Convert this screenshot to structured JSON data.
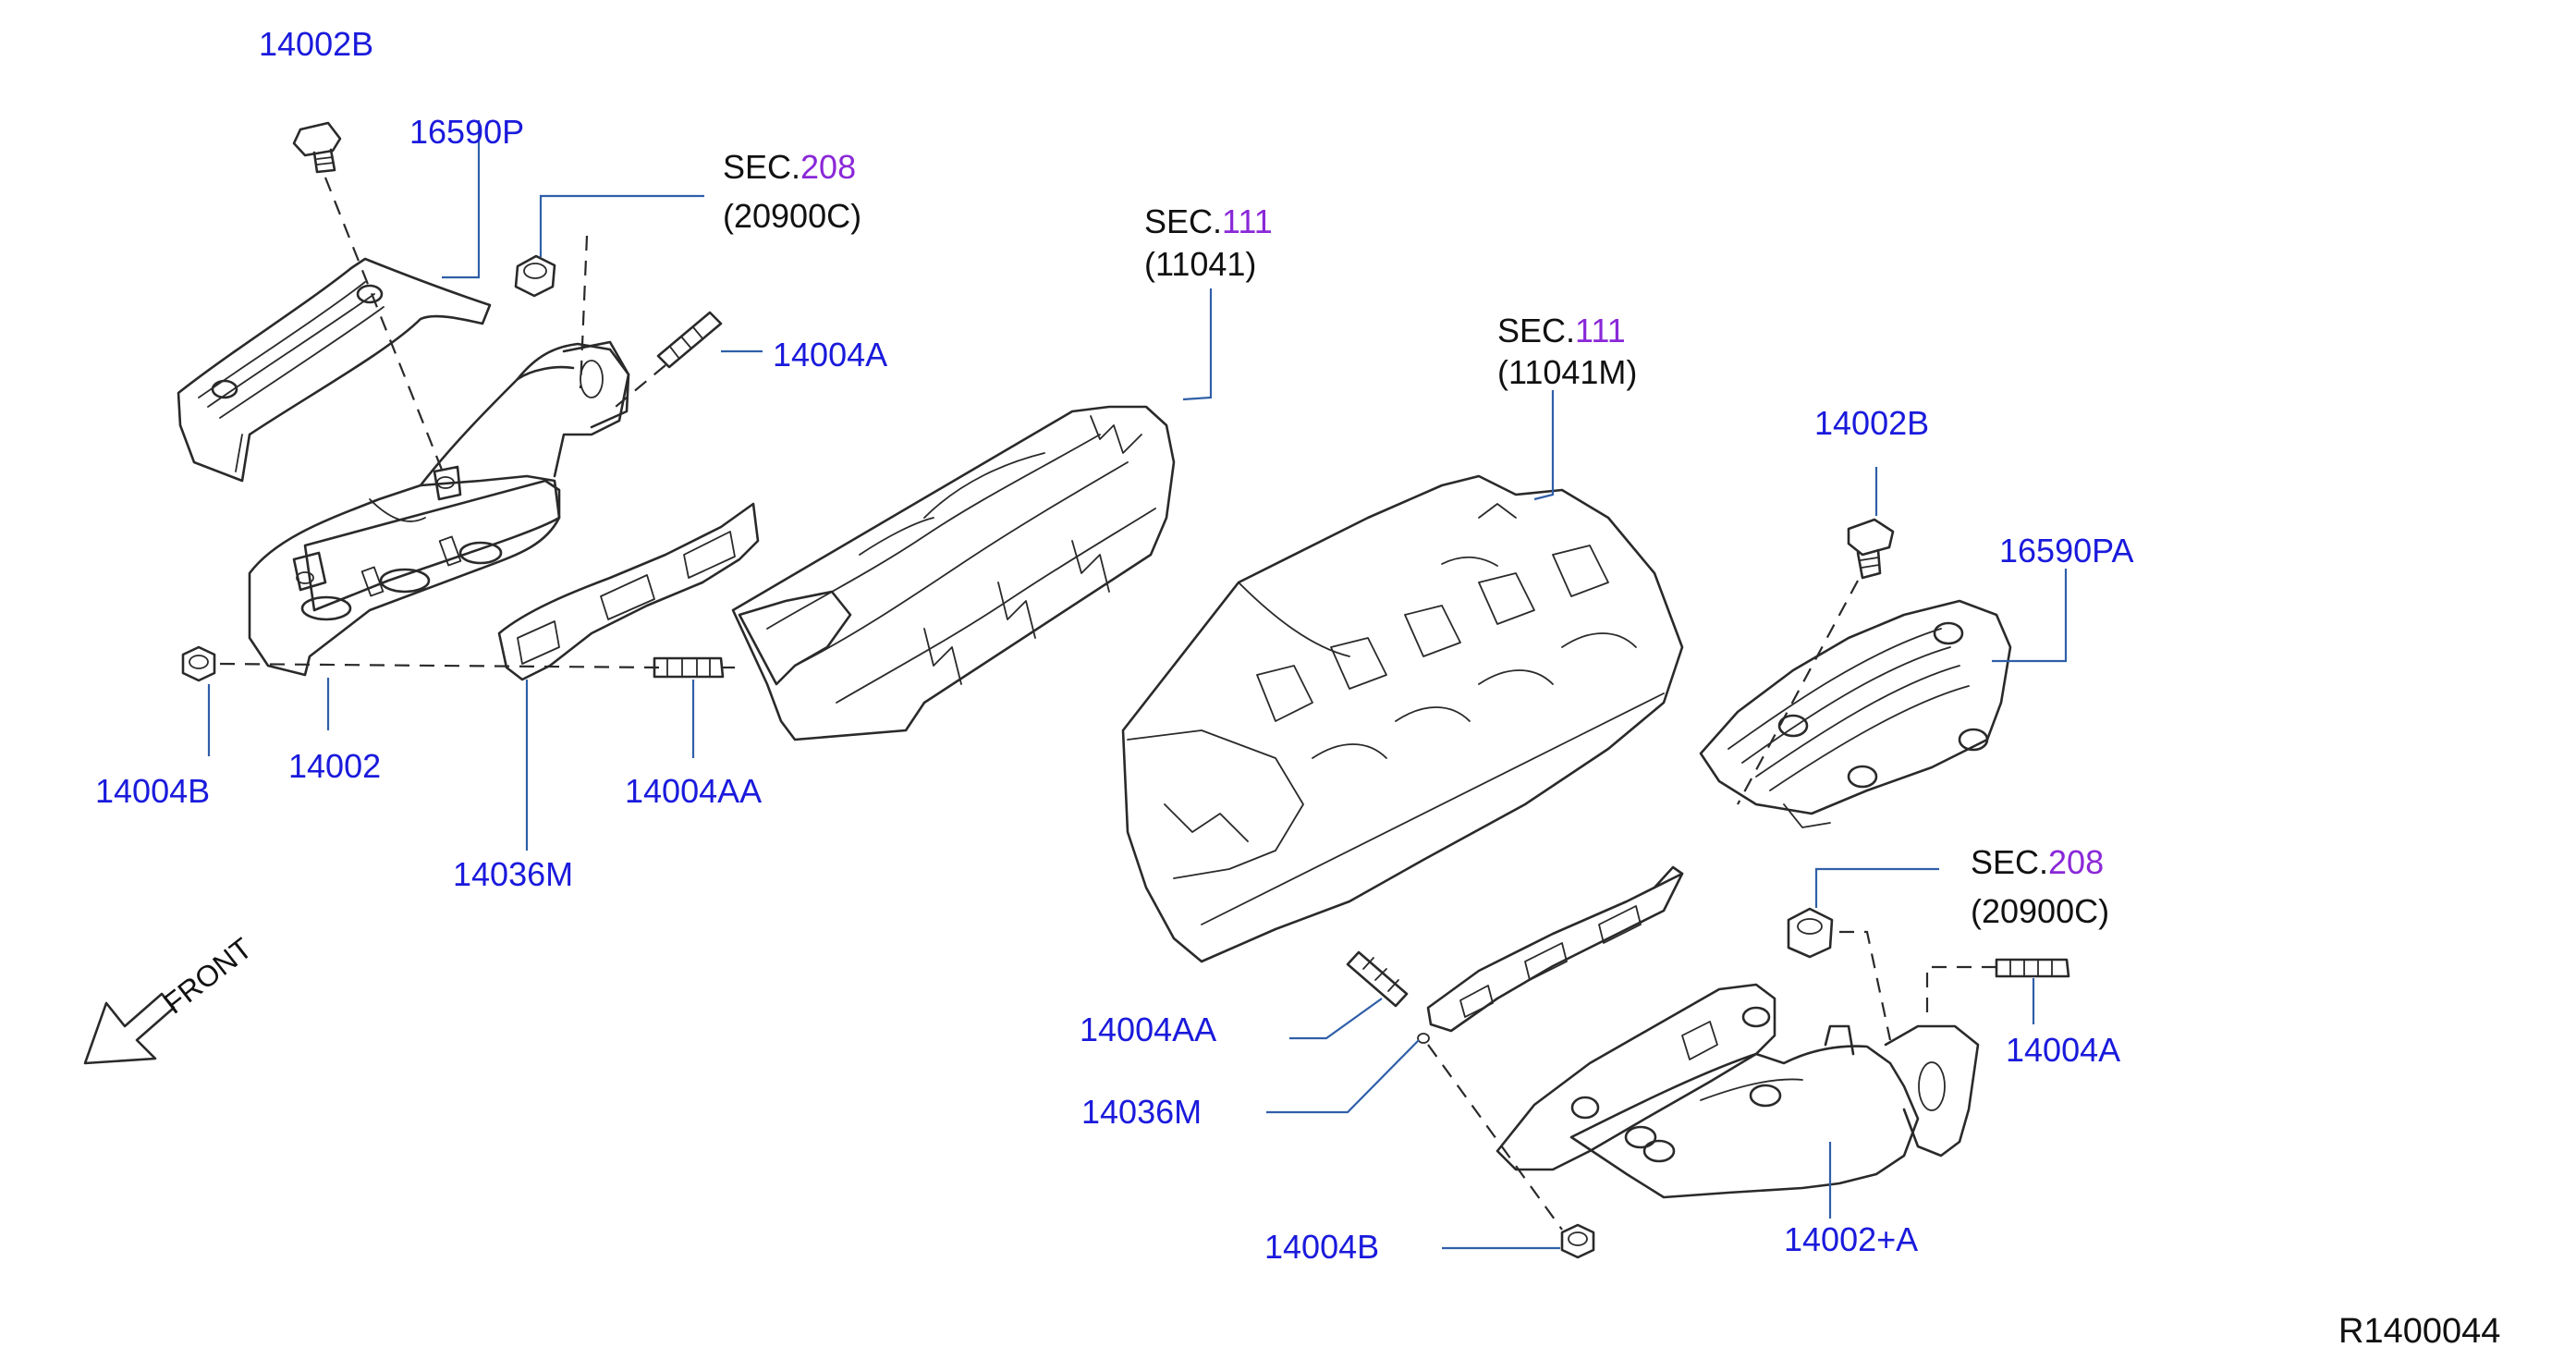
{
  "diagram_code": "R1400044",
  "front_label": "FRONT",
  "callouts": {
    "left_bolt_top": "14002B",
    "left_heat_insulator": "16590P",
    "left_sec_prefix": "SEC.",
    "left_sec_number": "208",
    "left_sec_part": "(20900C)",
    "left_stud_a": "14004A",
    "left_nut_b": "14004B",
    "left_manifold": "14002",
    "left_stud_aa": "14004AA",
    "left_gasket": "14036M",
    "head_left_sec_prefix": "SEC.",
    "head_left_sec_number": "111",
    "head_left_sec_part": "(11041)",
    "head_right_sec_prefix": "SEC.",
    "head_right_sec_number": "111",
    "head_right_sec_part": "(11041M)",
    "right_bolt_top": "14002B",
    "right_heat_insulator": "16590PA",
    "right_sec_prefix": "SEC.",
    "right_sec_number": "208",
    "right_sec_part": "(20900C)",
    "right_stud_a": "14004A",
    "right_stud_aa": "14004AA",
    "right_gasket": "14036M",
    "right_nut_b": "14004B",
    "right_manifold": "14002+A"
  },
  "colors": {
    "part_number": "#1a1adc",
    "section_number": "#8a28d8",
    "leader_line": "#2f5fa8",
    "line_art": "#2a2a2a"
  }
}
